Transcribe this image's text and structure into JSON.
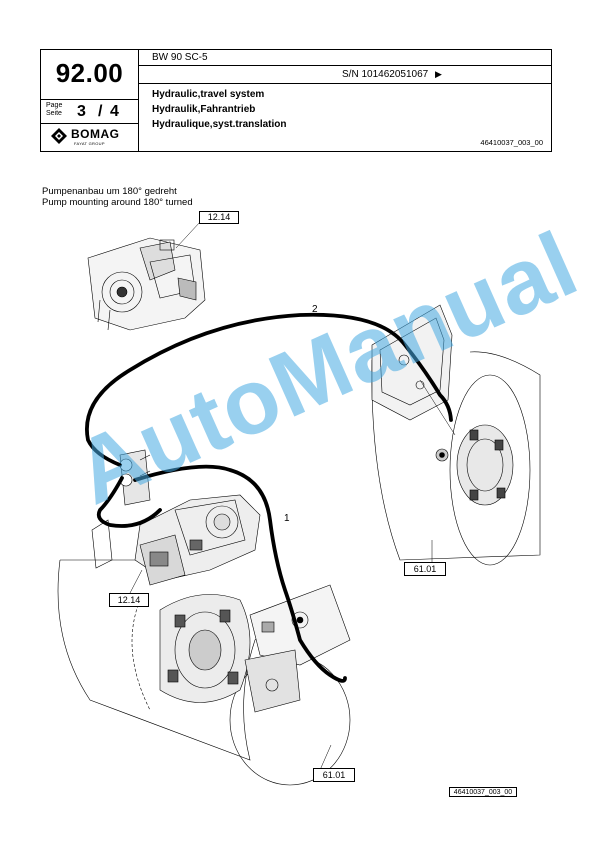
{
  "header": {
    "section_number": "92.00",
    "page_label_en": "Page",
    "page_label_de": "Seite",
    "page_current": "3",
    "page_separator": "/",
    "page_total": "4",
    "logo_text": "BOMAG",
    "logo_subtext": "FAYAT GROUP",
    "model": "BW 90 SC-5",
    "serial": "S/N 101462051067",
    "serial_arrow": "▶",
    "title_en": "Hydraulic,travel system",
    "title_de": "Hydraulik,Fahrantrieb",
    "title_fr": "Hydraulique,syst.translation",
    "doc_ref": "46410037_003_00"
  },
  "drawing": {
    "note_de": "Pumpenanbau um 180° gedreht",
    "note_en": "Pump mounting around 180° turned",
    "callouts": [
      "12.14",
      "61.01",
      "12.14",
      "61.01"
    ],
    "line_labels": [
      "2",
      "1"
    ],
    "footer_ref": "46410037_003_00"
  },
  "watermark": "AutoManual",
  "colors": {
    "watermark": "#46AAE1",
    "line": "#000000"
  }
}
